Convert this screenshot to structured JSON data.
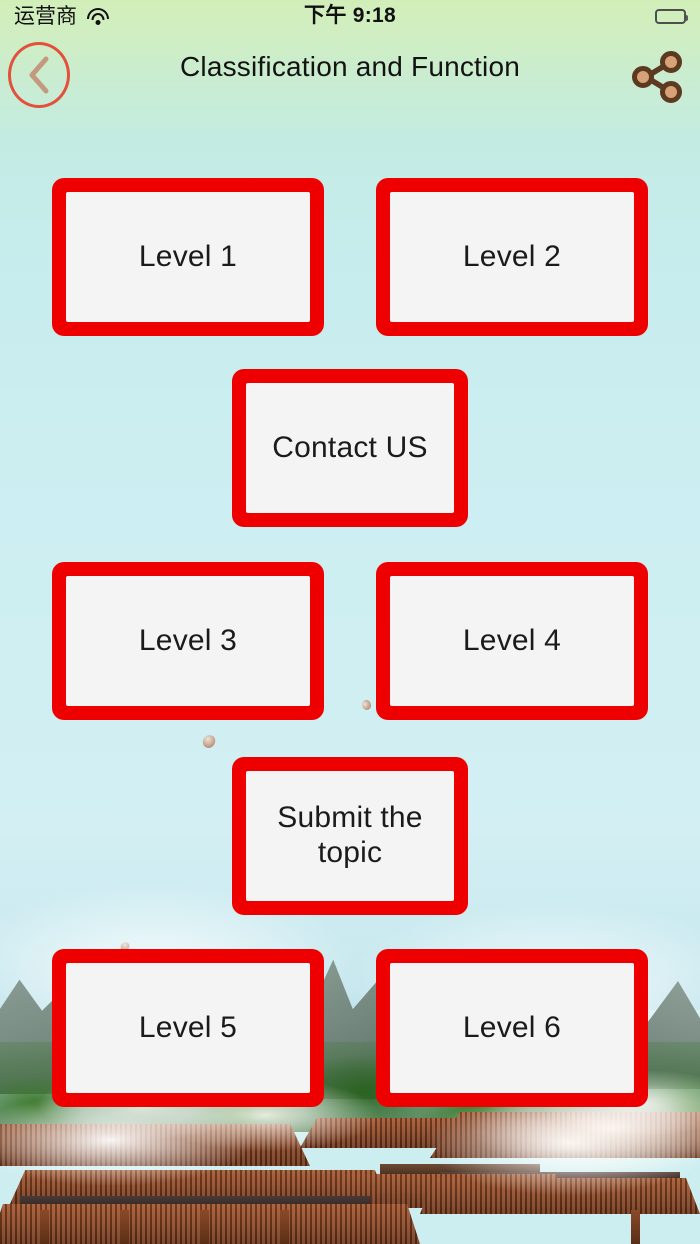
{
  "status_bar": {
    "carrier": "运营商",
    "wifi_icon": "wifi-icon",
    "time": "下午 9:18",
    "battery_icon": "battery-full-icon"
  },
  "nav_bar": {
    "back_icon": "back-chevron-icon",
    "title": "Classification and Function",
    "share_icon": "share-icon"
  },
  "theme": {
    "button_border_color": "#ee0000",
    "button_face_color": "#f4f4f4",
    "button_text_color": "#1b1b1b",
    "back_ring_color": "#e2513c",
    "back_chevron_color": "#c49a7e",
    "share_icon_color": "#c99a72",
    "share_icon_outline": "#5b3a20",
    "sky_top_color": "#d2eeb8",
    "sky_bottom_color": "#cbeef1"
  },
  "buttons": [
    {
      "id": "level-1",
      "label": "Level 1",
      "column": "left",
      "row": 1
    },
    {
      "id": "level-2",
      "label": "Level 2",
      "column": "right",
      "row": 1
    },
    {
      "id": "contact-us",
      "label": "Contact US",
      "column": "center",
      "row": 2
    },
    {
      "id": "level-3",
      "label": "Level 3",
      "column": "left",
      "row": 3
    },
    {
      "id": "level-4",
      "label": "Level 4",
      "column": "right",
      "row": 3
    },
    {
      "id": "submit-topic",
      "label": "Submit the topic",
      "column": "center",
      "row": 4
    },
    {
      "id": "level-5",
      "label": "Level 5",
      "column": "left",
      "row": 5
    },
    {
      "id": "level-6",
      "label": "Level 6",
      "column": "right",
      "row": 5
    }
  ]
}
